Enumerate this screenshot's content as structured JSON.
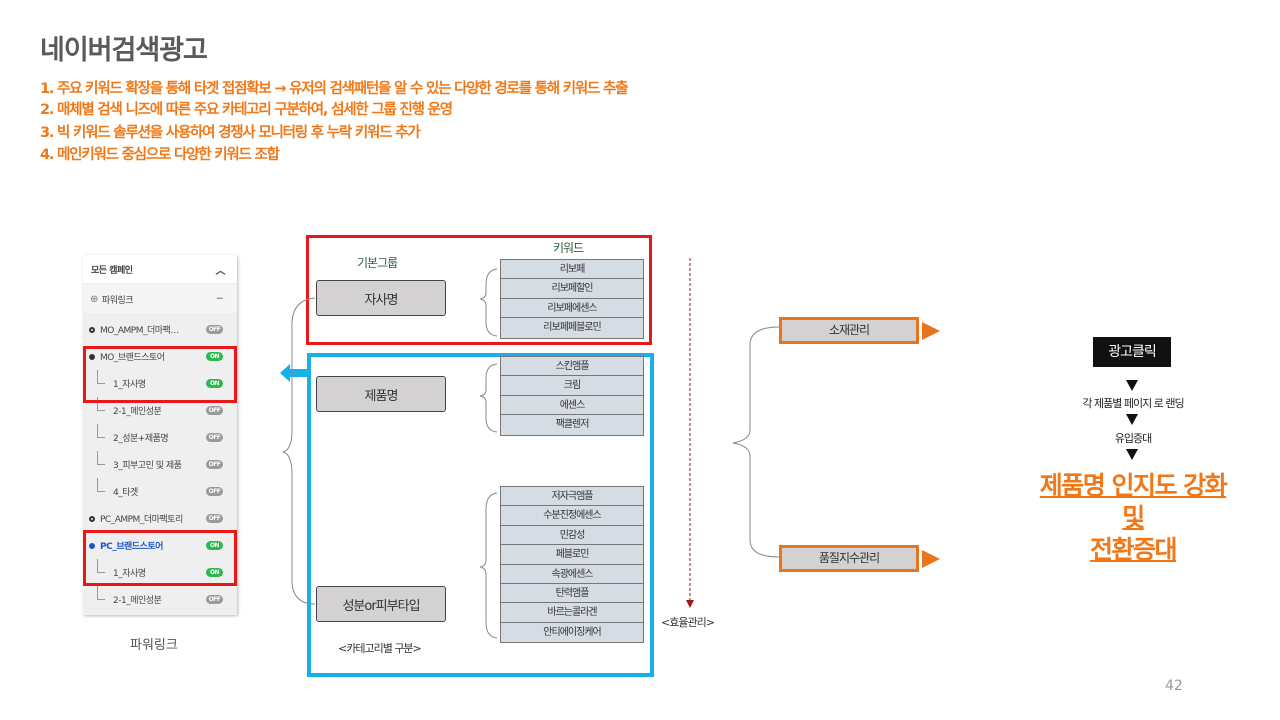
{
  "title": "네이버검색광고",
  "bullets": [
    "1. 주요 키워드 확장을 통해 타겟 접점확보 → 유저의 검색패턴을 알 수 있는 다양한 경로를 통해 키워드 추출",
    "2. 매체별 검색 니즈에 따른 주요 카테고리 구분하여,  섬세한 그룹 진행 운영",
    "3. 빅 키워드 솔루션을 사용하여 경쟁사 모니터링 후 누락 키워드 추가",
    "4. 메인키워드 중심으로 다양한 키워드 조합"
  ],
  "panel": {
    "header": "모든 캠페인",
    "section": "파워링크",
    "caption": "파워링크",
    "rows": [
      {
        "label": "MO_AMPM_더마팩…",
        "status": "OFF",
        "type": "campaign"
      },
      {
        "label": "MO_브랜드스토어",
        "status": "ON",
        "type": "campaign-open"
      },
      {
        "label": "1_자사명",
        "status": "ON",
        "type": "group"
      },
      {
        "label": "2-1_메인성분",
        "status": "OFF",
        "type": "group"
      },
      {
        "label": "2_성분+제품명",
        "status": "OFF",
        "type": "group"
      },
      {
        "label": "3_피부고민 및 제품",
        "status": "OFF",
        "type": "group"
      },
      {
        "label": "4_타겟",
        "status": "OFF",
        "type": "group"
      },
      {
        "label": "PC_AMPM_더마팩토리",
        "status": "OFF",
        "type": "campaign"
      },
      {
        "label": "PC_브랜드스토어",
        "status": "ON",
        "type": "campaign-active"
      },
      {
        "label": "1_자사명",
        "status": "ON",
        "type": "group"
      },
      {
        "label": "2-1_메인성분",
        "status": "OFF",
        "type": "group"
      }
    ]
  },
  "diagram": {
    "basic_group_label": "기본그룹",
    "keyword_label": "키워드",
    "category_caption": "<카테고리별 구분>",
    "efficiency_caption": "<효율관리>",
    "groups": [
      {
        "name": "자사명",
        "keywords": [
          "리보페",
          "리보페할인",
          "리보페에센스",
          "리보페페블로민"
        ]
      },
      {
        "name": "제품명",
        "keywords": [
          "스킨앰플",
          "크림",
          "에센스",
          "팩클렌저"
        ]
      },
      {
        "name": "성분or피부타입",
        "keywords": [
          "저자극앰플",
          "수분진정에센스",
          "민감성",
          "페블로민",
          "속광에센스",
          "탄력앰플",
          "바르는콜라겐",
          "안티에이징케어"
        ]
      }
    ],
    "management": [
      "소재관리",
      "품질지수관리"
    ]
  },
  "flow": {
    "start": "광고클릭",
    "steps": [
      "각 제품별 페이지 로 랜딩",
      "유입증대"
    ],
    "result": [
      "제품명 인지도 강화",
      "및",
      "전환증대"
    ]
  },
  "page_number": "42",
  "colors": {
    "accent": "#f07818",
    "red": "#e81818",
    "blue": "#18b0e8"
  }
}
